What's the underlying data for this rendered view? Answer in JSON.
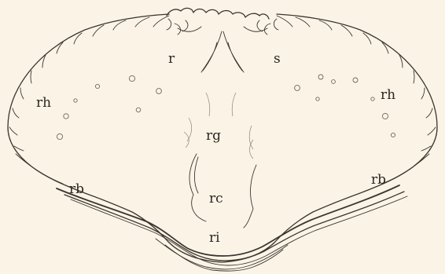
{
  "figure": {
    "labels": {
      "r": "r",
      "s": "s",
      "rh_left": "rh",
      "rh_right": "rh",
      "rg": "rg",
      "rb_left": "rb",
      "rb_right": "rb",
      "rc": "rc",
      "ri": "ri"
    }
  },
  "colors": {
    "paper": "#fbf4e6",
    "ink": "#3a3530"
  }
}
